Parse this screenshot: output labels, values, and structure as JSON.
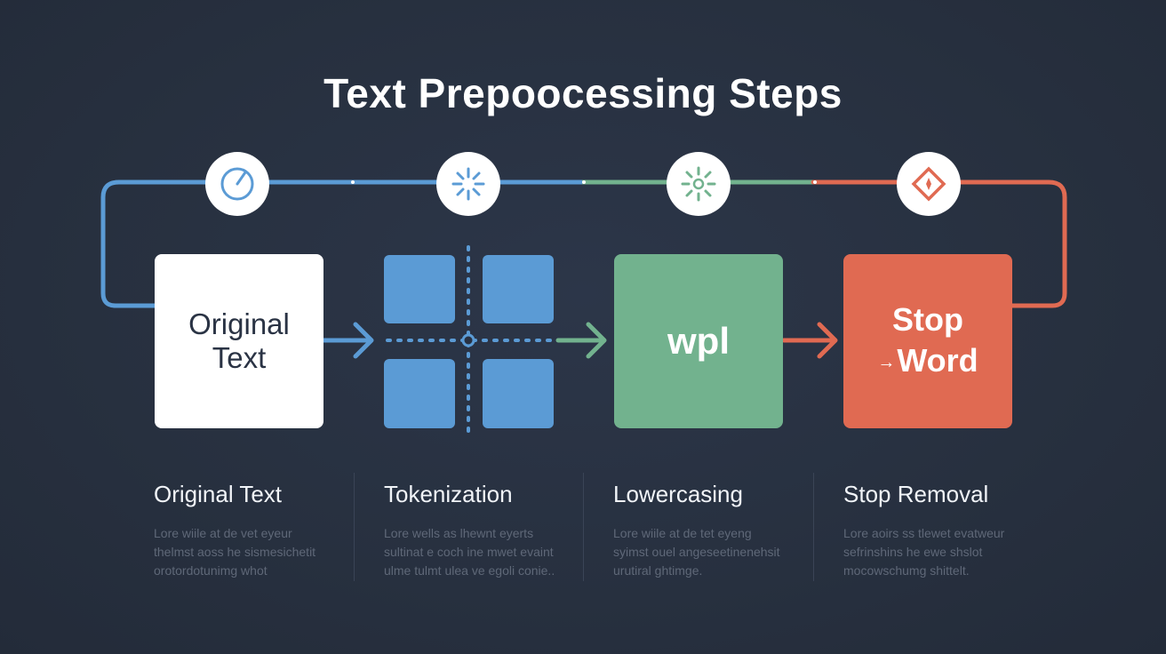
{
  "title": "Text Prepoocessing Steps",
  "colors": {
    "background": "#283142",
    "blue": "#5b9bd5",
    "green": "#72b28e",
    "orange": "#e06a52",
    "white": "#ffffff"
  },
  "icons": [
    "clock-icon",
    "sparkle-burst-icon",
    "sun-burst-icon",
    "diamond-icon"
  ],
  "boxes": {
    "original": {
      "line1": "Original",
      "line2": "Text"
    },
    "lower": {
      "label": "wpl"
    },
    "stop": {
      "line1": "Stop",
      "arrow": "→",
      "line2": "Word"
    }
  },
  "steps": [
    {
      "title": "Original Text",
      "desc": "Lore wiile at de vet eyeur thelmst aoss he sismesichetit orotordotunimg whot"
    },
    {
      "title": "Tokenization",
      "desc": "Lore wells as lhewnt eyerts sultinat e coch ine mwet evaint ulme tulmt ulea ve egoli conie.."
    },
    {
      "title": "Lowercasing",
      "desc": "Lore wiile at de tet eyeng syimst ouel angeseetinenehsit urutiral ghtimge."
    },
    {
      "title": "Stop Removal",
      "desc": "Lore aoirs ss tlewet evatweur sefrinshins he ewe shslot mocowschumg shittelt."
    }
  ]
}
